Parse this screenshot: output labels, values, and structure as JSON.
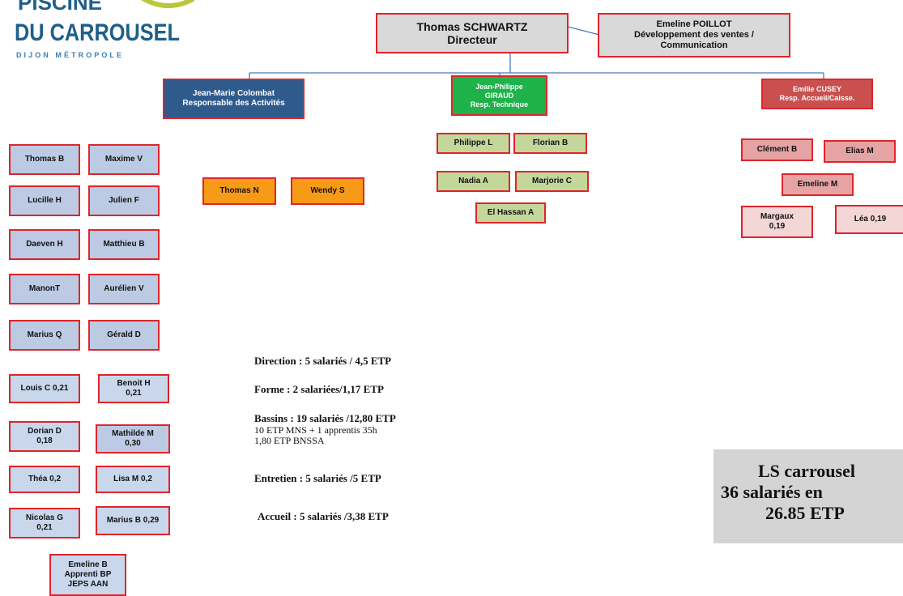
{
  "logo": {
    "line1": "PISCINE",
    "line2": "DU CARROUSEL",
    "line3": "DIJON MÉTROPOLE"
  },
  "director": {
    "name": "Thomas SCHWARTZ",
    "role": "Directeur"
  },
  "assistant": {
    "name": "Emeline POILLOT",
    "role1": "Développement des ventes /",
    "role2": "Communication"
  },
  "managers": {
    "activities": {
      "name": "Jean-Marie Colombat",
      "role": "Responsable des Activités"
    },
    "technical": {
      "name1": "Jean-Philippe",
      "name2": "GIRAUD",
      "role": "Resp. Technique"
    },
    "reception": {
      "name": "Emilie CUSEY",
      "role": "Resp. Accueil/Caisse."
    }
  },
  "staff": {
    "bassins": [
      "Thomas B",
      "Maxime V",
      "Lucille H",
      "Julien F",
      "Daeven H",
      "Matthieu B",
      "ManonT",
      "Aurélien V",
      "Marius Q",
      "Gérald D"
    ],
    "bassins_part": [
      {
        "l1": "Louis C 0,21",
        "l2": ""
      },
      {
        "l1": "Benoit H",
        "l2": "0,21"
      },
      {
        "l1": "Dorian  D",
        "l2": "0,18"
      },
      {
        "l1": "Mathilde M",
        "l2": "0,30"
      },
      {
        "l1": "Théa  0,2",
        "l2": ""
      },
      {
        "l1": "Lisa M 0,2",
        "l2": ""
      },
      {
        "l1": "Nicolas G",
        "l2": "0,21"
      },
      {
        "l1": "Marius B 0,29",
        "l2": ""
      }
    ],
    "apprentice": {
      "l1": "Emeline B",
      "l2": "Apprenti BP",
      "l3": "JEPS AAN"
    },
    "forme": [
      "Thomas N",
      "Wendy S"
    ],
    "technique": [
      "Philippe L",
      "Florian B",
      "Nadia A",
      "Marjorie C",
      "El Hassan A"
    ],
    "accueil": [
      {
        "l1": "Clément B",
        "l2": ""
      },
      {
        "l1": "Elias M",
        "l2": ""
      },
      {
        "l1": "Emeline M",
        "l2": ""
      },
      {
        "l1": "Margaux",
        "l2": "0,19"
      },
      {
        "l1": "Léa  0,19",
        "l2": ""
      }
    ]
  },
  "stats": {
    "direction": "Direction : 5 salariés / 4,5 ETP",
    "forme": "Forme : 2 salariées/1,17 ETP",
    "bassins": "Bassins : 19 salariés /12,80 ETP",
    "bassins_sub1": "10  ETP MNS + 1 apprentis 35h",
    "bassins_sub2": "1,80 ETP BNSSA",
    "entretien": "Entretien : 5 salariés /5 ETP",
    "accueil": "Accueil : 5 salariés /3,38 ETP"
  },
  "summary": {
    "line1": "LS carrousel",
    "line2": "36 salariés en",
    "line3": "26.85 ETP"
  },
  "colors": {
    "border": "#e0242a",
    "activities": "#2e5a8c",
    "technical": "#1fb24a",
    "reception": "#c9504f",
    "header": "#d9d9d9",
    "connector": "#4a7ab7"
  }
}
